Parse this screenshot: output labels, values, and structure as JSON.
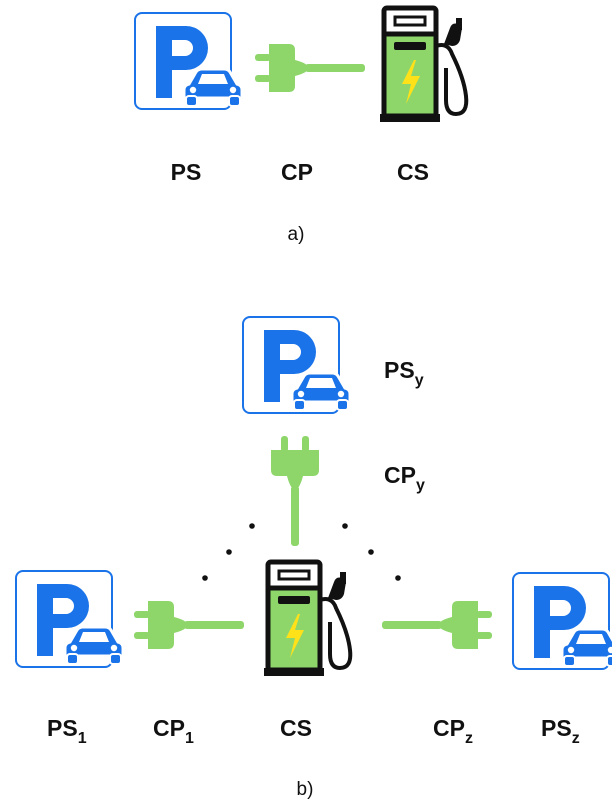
{
  "colors": {
    "parking_blue": "#1a73e8",
    "plug_green": "#8ed66a",
    "station_green": "#8ed66a",
    "bolt_yellow": "#ffe11a",
    "outline_black": "#111111",
    "text": "#111111"
  },
  "icons": {
    "parking": "parking-sign-with-car-icon",
    "plug": "ev-charging-plug-icon",
    "station": "charging-station-pump-icon"
  },
  "part_a": {
    "labels": {
      "ps": "PS",
      "cp": "CP",
      "cs": "CS"
    },
    "caption": "a)"
  },
  "part_b": {
    "labels": {
      "ps_y": {
        "base": "PS",
        "sub": "y"
      },
      "cp_y": {
        "base": "CP",
        "sub": "y"
      },
      "ps_1": {
        "base": "PS",
        "sub": "1"
      },
      "cp_1": {
        "base": "CP",
        "sub": "1"
      },
      "cs": "CS",
      "cp_z": {
        "base": "CP",
        "sub": "z"
      },
      "ps_z": {
        "base": "PS",
        "sub": "z"
      }
    },
    "caption": "b)"
  }
}
